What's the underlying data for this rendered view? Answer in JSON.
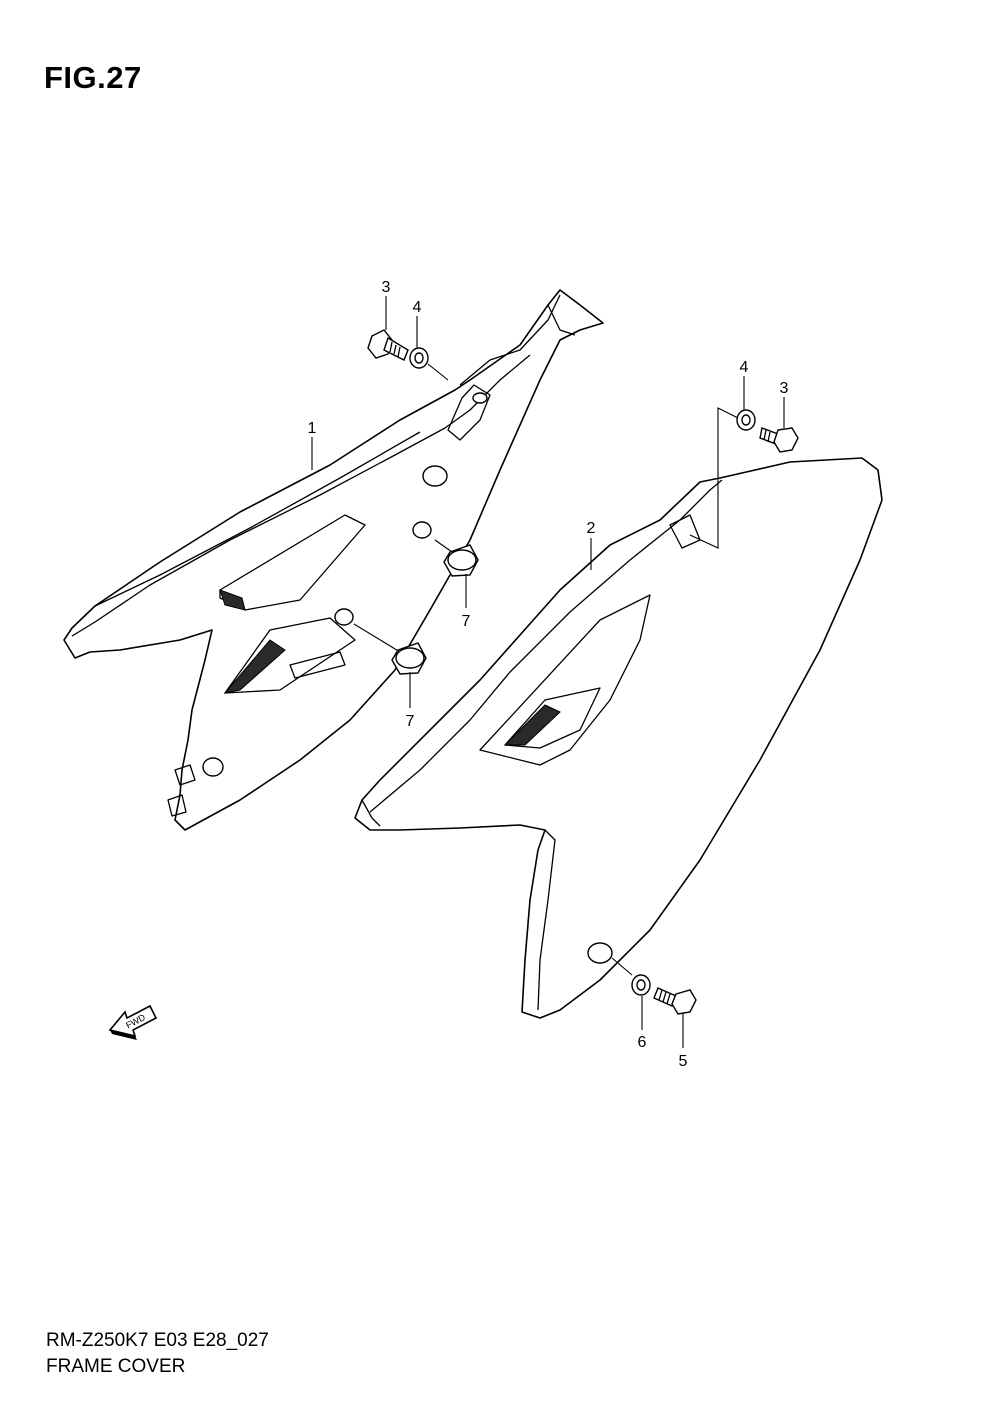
{
  "figure": {
    "title": "FIG.27",
    "model_code": "RM-Z250K7 E03 E28_027",
    "name": "FRAME COVER"
  },
  "callouts": {
    "c1": "1",
    "c2": "2",
    "c3a": "3",
    "c3b": "3",
    "c4a": "4",
    "c4b": "4",
    "c5": "5",
    "c6": "6",
    "c7a": "7",
    "c7b": "7"
  },
  "fwd_label": "FWD"
}
